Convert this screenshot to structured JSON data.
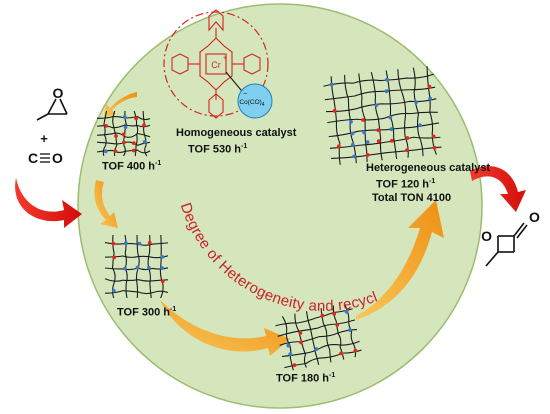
{
  "reactants": {
    "epoxide_atom": "O",
    "plus": "+",
    "co_c": "C",
    "co_o": "O"
  },
  "product": {
    "ketone_o": "O",
    "ring_o": "O"
  },
  "complex": {
    "metal": "Cr",
    "charge": "+",
    "counterion": "Co(CO)",
    "counterion_sub": "4",
    "counterion_charge": "−"
  },
  "labels": {
    "homogeneous_title": "Homogeneous catalyst",
    "homogeneous_tof": "TOF 530 h",
    "tof_400": "TOF 400 h",
    "tof_300": "TOF 300 h",
    "tof_180": "TOF 180 h",
    "heterogeneous_title": "Heterogeneous catalyst",
    "heterogeneous_tof": "TOF 120 h",
    "total_ton": "Total TON 4100",
    "unit_exp": "-1"
  },
  "arc_text": "Degree of Heterogeneity and recyclability",
  "colors": {
    "circle_fill": "#d5e6bd",
    "circle_stroke": "#9bbd6f",
    "red_arrow": "#e8140f",
    "orange_arrow": "#f29a1e",
    "arc_text": "#c9222a",
    "porphyrin": "#d0261e",
    "counterion_fill": "#7fd0f0"
  }
}
